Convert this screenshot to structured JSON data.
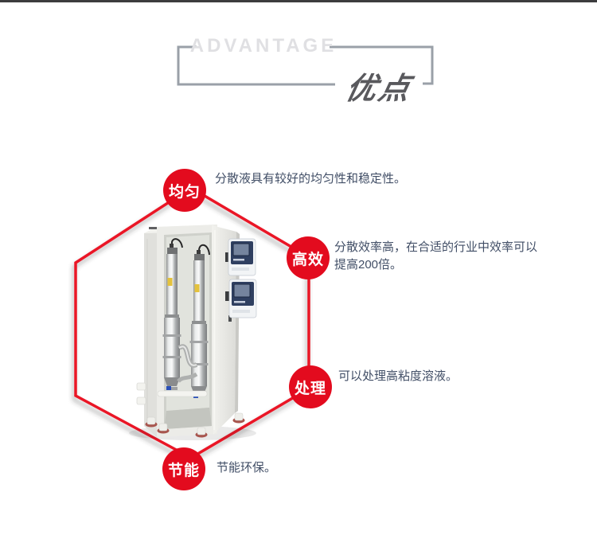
{
  "header": {
    "eyebrow": "ADVANTAGE",
    "title": "优点"
  },
  "theme": {
    "accent_red": "#e30b1e",
    "outline_red": "#ea1628",
    "body_text": "#414e66",
    "bracket_gray": "#9aa0a8",
    "eyebrow_gray": "#e0e0e3",
    "title_gray": "#59595d"
  },
  "advantages": {
    "items": [
      {
        "label": "均匀",
        "description": "分散液具有较好的均匀性和稳定性。"
      },
      {
        "label": "高效",
        "description": "分散效率高，在合适的行业中效率可以提高200倍。"
      },
      {
        "label": "处理",
        "description": "可以处理高粘度溶液。"
      },
      {
        "label": "节能",
        "description": "节能环保。"
      }
    ]
  }
}
